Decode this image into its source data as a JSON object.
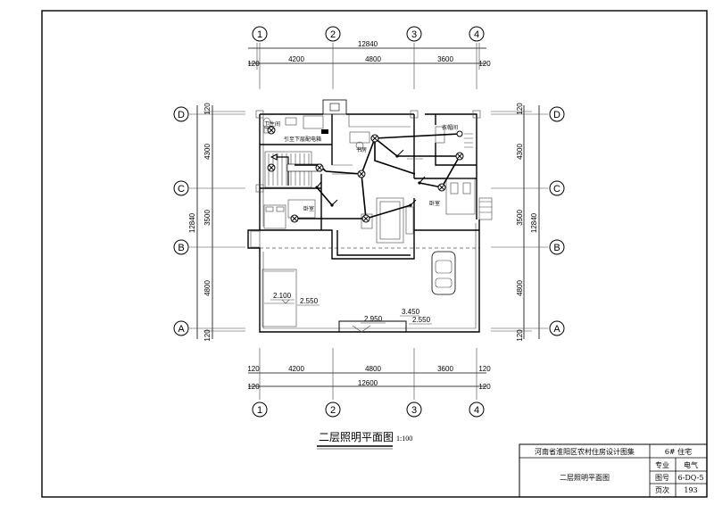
{
  "drawing": {
    "title": "二层照明平面图",
    "scale": "1:100",
    "axes_cols": [
      "1",
      "2",
      "3",
      "4"
    ],
    "axes_rows": [
      "D",
      "C",
      "B",
      "A"
    ],
    "top_dims": {
      "total": "12840",
      "left_margin": "120",
      "right_margin": "120",
      "spans": [
        "4200",
        "4800",
        "3600"
      ]
    },
    "bottom_dims": {
      "total": "12600",
      "left_margin": "120",
      "right_margin": "120",
      "spans": [
        "4200",
        "4800",
        "3600"
      ]
    },
    "side_dims": {
      "total": "12840",
      "top_margin": "120",
      "bottom_margin": "120",
      "spans": [
        "4300",
        "3500",
        "4800"
      ]
    },
    "rooms": {
      "bathroom": "卫生间",
      "stair_note": "引至下层配电箱",
      "study": "书房",
      "storage": "衣帽间",
      "bedroom_left": "卧室",
      "bedroom_right": "卧室"
    },
    "elevations": [
      "2.100",
      "2.550",
      "2.950",
      "3.450",
      "2.550"
    ]
  },
  "title_block": {
    "project": "河南省淮阳区农村住房设计图集",
    "house": "6# 住宅",
    "label_major": "专业",
    "value_major": "电气",
    "sheet_name": "二层照明平面图",
    "label_drawing_no": "图号",
    "value_drawing_no": "6-DQ-5",
    "label_page": "页次",
    "value_page": "193"
  }
}
